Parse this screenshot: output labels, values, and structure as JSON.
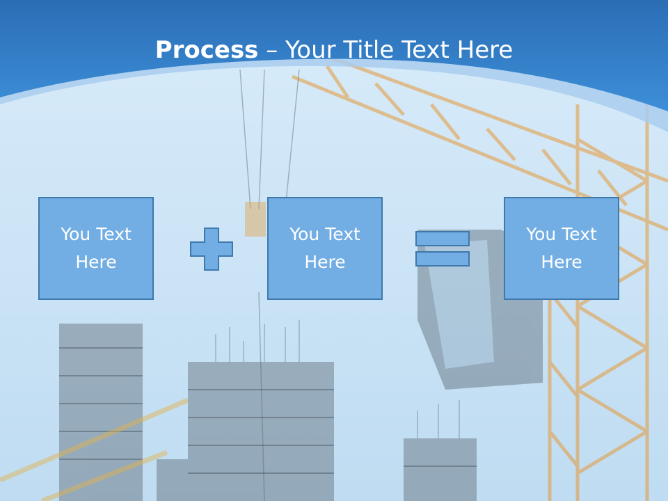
{
  "slide": {
    "title_bold": "Process",
    "title_rest": " – Your Title Text Here",
    "boxes": [
      {
        "line1": "You Text",
        "line2": "Here"
      },
      {
        "line1": "You Text",
        "line2": "Here"
      },
      {
        "line1": "You Text",
        "line2": "Here"
      }
    ],
    "operators": [
      "plus-icon",
      "equals-icon"
    ]
  },
  "colors": {
    "header_blue": "#2f7bc8",
    "box_fill": "#72aee3",
    "box_border": "#3f78ad",
    "title_text": "#ffffff"
  }
}
